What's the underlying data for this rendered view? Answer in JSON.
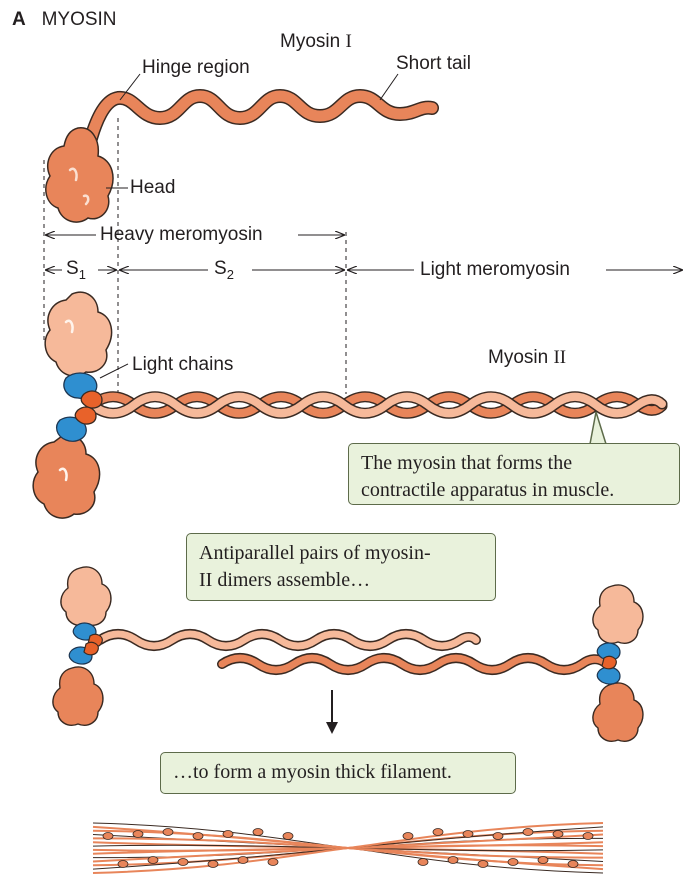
{
  "panel": {
    "letter": "A",
    "title": "MYOSIN"
  },
  "myosin1": {
    "name_prefix": "Myosin",
    "name_numeral": "I",
    "hinge_label": "Hinge region",
    "tail_label": "Short tail",
    "head_label": "Head"
  },
  "fragments": {
    "heavy": "Heavy meromyosin",
    "s1_base": "S",
    "s1_sub": "1",
    "s2_base": "S",
    "s2_sub": "2",
    "light": "Light meromyosin"
  },
  "myosin2": {
    "name_prefix": "Myosin",
    "name_numeral": "II",
    "light_chains_label": "Light chains",
    "callout_line1": "The myosin that forms the",
    "callout_line2": "contractile apparatus in muscle."
  },
  "assembly": {
    "callout_line1": "Antiparallel pairs of myosin-",
    "callout_line2": "II dimers assemble…",
    "result": "…to form a myosin thick filament."
  },
  "colors": {
    "heavy_chain": "#e8855a",
    "heavy_chain_light": "#f6b99a",
    "light_chain_blue": "#2f8fd0",
    "light_chain_orange": "#e8622a",
    "outline": "#3a2a22",
    "callout_bg": "#e9f2dc"
  }
}
